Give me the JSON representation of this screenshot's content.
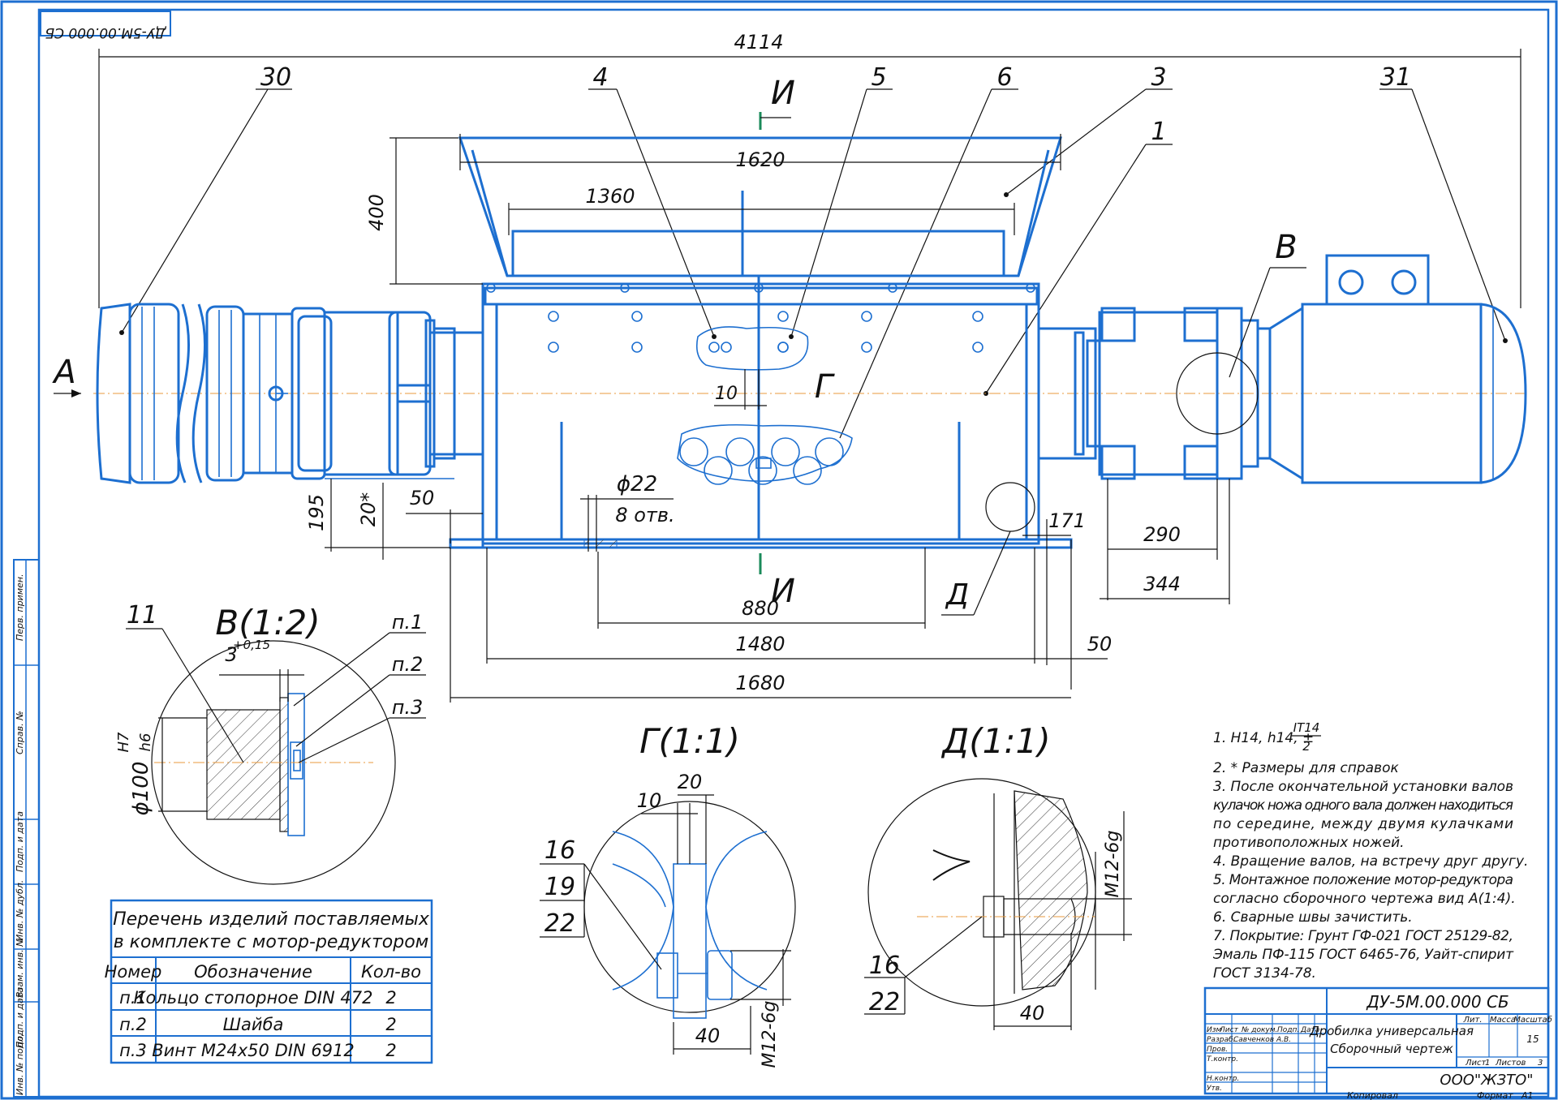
{
  "stamp_rotated": "ДУ-5М.00.000 СБ",
  "view_labels": {
    "view_a": "А",
    "section_i_top": "И",
    "section_i_bottom": "И",
    "callout_v": "В",
    "callout_g": "Г",
    "callout_d": "Д",
    "detail_v": "В(1:2)",
    "detail_g": "Г(1:1)",
    "detail_d": "Д(1:1)"
  },
  "dimensions": {
    "overall_length": "4114",
    "hopper_top": "1620",
    "hopper_inner": "1360",
    "hopper_height": "400",
    "knife_offset": "10",
    "hole_dia": "ϕ22",
    "hole_count": "8 отв.",
    "offset_50_left": "50",
    "height_195": "195",
    "height_20": "20*",
    "offset_171": "171",
    "offset_290": "290",
    "offset_344": "344",
    "span_880": "880",
    "span_1480": "1480",
    "span_1680": "1680",
    "offset_50_right": "50",
    "detail_v_gap": "3",
    "detail_v_tol": "+0,15",
    "detail_v_fit_dia": "ϕ100",
    "detail_v_fit_upper": "H7",
    "detail_v_fit_lower": "h6",
    "detail_g_20": "20",
    "detail_g_10": "10",
    "detail_g_40": "40",
    "detail_g_thread": "M12-6g",
    "detail_d_40": "40",
    "detail_d_thread": "M12-6g"
  },
  "part_callouts": {
    "p30": "30",
    "p4": "4",
    "p5": "5",
    "p6": "6",
    "p3": "3",
    "p31": "31",
    "p1": "1",
    "p11": "11",
    "pn1": "п.1",
    "pn2": "п.2",
    "pn3": "п.3",
    "g16": "16",
    "g19": "19",
    "g22": "22",
    "d16": "16",
    "d22": "22"
  },
  "notes": [
    "1. H14, h14, ±",
    "2. * Размеры для справок",
    "3. После окончательной установки валов",
    "кулачок ножа одного вала должен находиться",
    "по середине, между двумя кулачками",
    "противоположных ножей.",
    "4. Вращение валов, на встречу друг другу.",
    "5. Монтажное положение мотор-редуктора",
    "согласно сборочного чертежа вид А(1:4).",
    "6. Сварные швы зачистить.",
    "7. Покрытие: Грунт ГФ-021 ГОСТ 25129-82,",
    "Эмаль ПФ-115 ГОСТ 6465-76, Уайт-спирит",
    "ГОСТ 3134-78."
  ],
  "note_fraction": {
    "num": "IT14",
    "den": "2"
  },
  "supply_table": {
    "title_line1": "Перечень изделий поставляемых",
    "title_line2": "в комплекте с мотор-редуктором",
    "headers": [
      "Номер",
      "Обозначение",
      "Кол-во"
    ],
    "rows": [
      [
        "п.1",
        "Кольцо стопорное DIN 472",
        "2"
      ],
      [
        "п.2",
        "Шайба",
        "2"
      ],
      [
        "п.3",
        "Винт М24х50 DIN 6912",
        "2"
      ]
    ]
  },
  "title_block": {
    "designation": "ДУ-5М.00.000 СБ",
    "name_line1": "Дробилка универсальная",
    "name_line2": "Сборочный чертеж",
    "company": "ООО\"ЖЗТО\"",
    "col_lit": "Лит.",
    "col_mass": "Масса",
    "col_scale": "Масштаб",
    "scale_value": "15",
    "sheet_label": "Лист",
    "sheet_value": "1",
    "sheets_label": "Листов",
    "sheets_value": "3",
    "copied": "Копировал",
    "format_label": "Формат",
    "format_value": "А1",
    "row_labels": [
      "Изм",
      "Лист",
      "№ докум.",
      "Подп.",
      "Дата"
    ],
    "role_labels": [
      "Разраб.",
      "Пров.",
      "Т.контр.",
      "Н.контр.",
      "Утв."
    ],
    "developer": "Савченков А.В."
  },
  "side_strip": [
    "Перв. примен.",
    "Справ. №",
    "Подп. и дата",
    "Инв. № дубл.",
    "Взам. инв. №",
    "Подп. и дата",
    "Инв. № подл."
  ]
}
